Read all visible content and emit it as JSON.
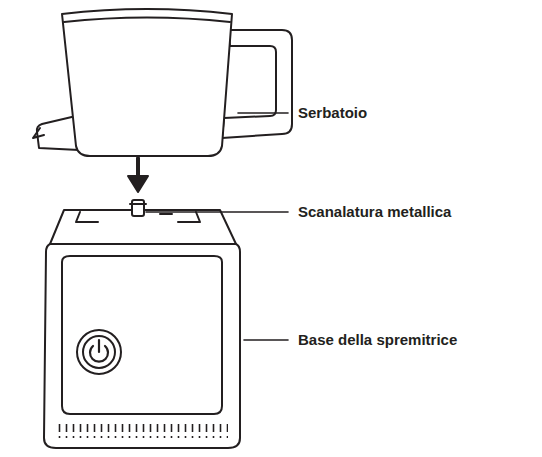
{
  "diagram": {
    "labels": [
      "Serbatoio",
      "Scanalatura metallica",
      "Base della spremitrice"
    ]
  }
}
